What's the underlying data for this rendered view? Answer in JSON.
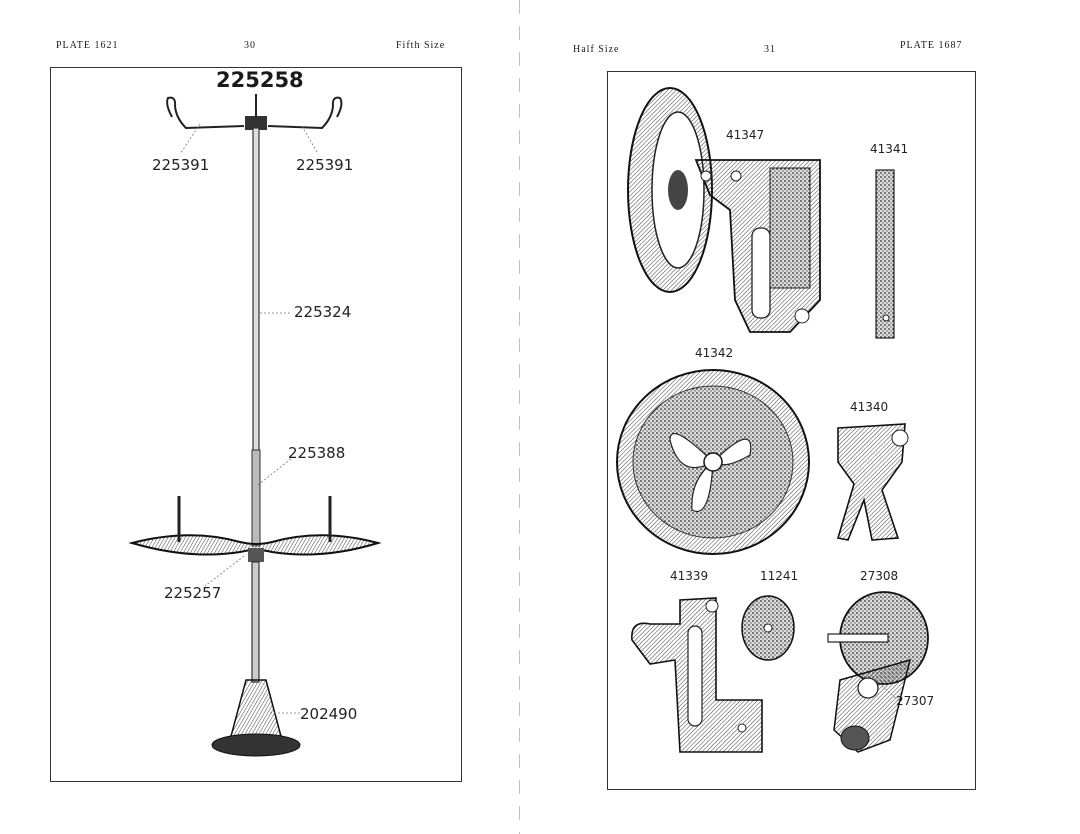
{
  "left": {
    "plate": "PLATE 1621",
    "page_number": "30",
    "scale": "Fifth Size",
    "assembly_number": "225258",
    "parts": [
      "225391",
      "225391",
      "225324",
      "225388",
      "225257",
      "202490"
    ]
  },
  "right": {
    "scale": "Half Size",
    "page_number": "31",
    "plate": "PLATE 1687",
    "parts": [
      "41347",
      "41341",
      "41342",
      "41340",
      "41339",
      "11241",
      "27308",
      "27307"
    ]
  }
}
